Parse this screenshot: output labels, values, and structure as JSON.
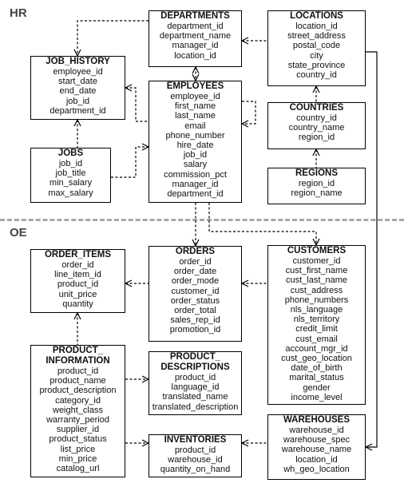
{
  "schemas": {
    "hr": "HR",
    "oe": "OE"
  },
  "entities": {
    "departments": {
      "title": "DEPARTMENTS",
      "attributes": [
        "department_id",
        "department_name",
        "manager_id",
        "location_id"
      ]
    },
    "locations": {
      "title": "LOCATIONS",
      "attributes": [
        "location_id",
        "street_address",
        "postal_code",
        "city",
        "state_province",
        "country_id"
      ]
    },
    "job_history": {
      "title": "JOB_HISTORY",
      "attributes": [
        "employee_id",
        "start_date",
        "end_date",
        "job_id",
        "department_id"
      ]
    },
    "employees": {
      "title": "EMPLOYEES",
      "attributes": [
        "employee_id",
        "first_name",
        "last_name",
        "email",
        "phone_number",
        "hire_date",
        "job_id",
        "salary",
        "commission_pct",
        "manager_id",
        "department_id"
      ]
    },
    "countries": {
      "title": "COUNTRIES",
      "attributes": [
        "country_id",
        "country_name",
        "region_id"
      ]
    },
    "jobs": {
      "title": "JOBS",
      "attributes": [
        "job_id",
        "job_title",
        "min_salary",
        "max_salary"
      ]
    },
    "regions": {
      "title": "REGIONS",
      "attributes": [
        "region_id",
        "region_name"
      ]
    },
    "order_items": {
      "title": "ORDER_ITEMS",
      "attributes": [
        "order_id",
        "line_item_id",
        "product_id",
        "unit_price",
        "quantity"
      ]
    },
    "orders": {
      "title": "ORDERS",
      "attributes": [
        "order_id",
        "order_date",
        "order_mode",
        "customer_id",
        "order_status",
        "order_total",
        "sales_rep_id",
        "promotion_id"
      ]
    },
    "customers": {
      "title": "CUSTOMERS",
      "attributes": [
        "customer_id",
        "cust_first_name",
        "cust_last_name",
        "cust_address",
        "phone_numbers",
        "nls_language",
        "nls_territory",
        "credit_limit",
        "cust_email",
        "account_mgr_id",
        "cust_geo_location",
        "date_of_birth",
        "marital_status",
        "gender",
        "income_level"
      ]
    },
    "product_information": {
      "title": "PRODUCT_\nINFORMATION",
      "attributes": [
        "product_id",
        "product_name",
        "product_description",
        "category_id",
        "weight_class",
        "warranty_period",
        "supplier_id",
        "product_status",
        "list_price",
        "min_price",
        "catalog_url"
      ]
    },
    "product_descriptions": {
      "title": "PRODUCT_\nDESCRIPTIONS",
      "attributes": [
        "product_id",
        "language_id",
        "translated_name",
        "translated_description"
      ]
    },
    "warehouses": {
      "title": "WAREHOUSES",
      "attributes": [
        "warehouse_id",
        "warehouse_spec",
        "warehouse_name",
        "location_id",
        "wh_geo_location"
      ]
    },
    "inventories": {
      "title": "INVENTORIES",
      "attributes": [
        "product_id",
        "warehouse_id",
        "quantity_on_hand"
      ]
    }
  }
}
